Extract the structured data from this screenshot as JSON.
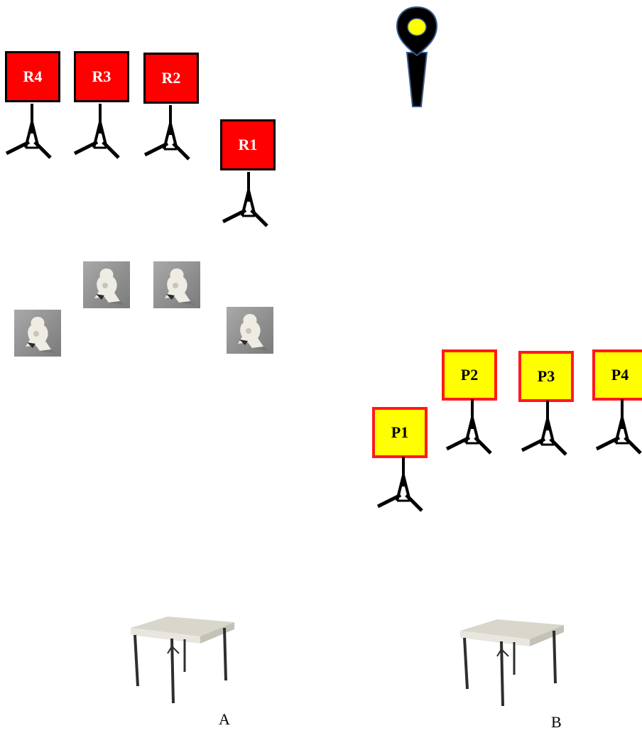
{
  "red_signs": [
    "R4",
    "R3",
    "R2",
    "R1"
  ],
  "yellow_signs": [
    "P1",
    "P2",
    "P3",
    "P4"
  ],
  "tables": [
    "A",
    "B"
  ],
  "target_count": 4,
  "colors": {
    "red_sign_fill": "#ff0000",
    "red_sign_border": "#000000",
    "yellow_sign_fill": "#ffff00",
    "yellow_sign_border": "#ff1a1a",
    "mic_body": "#000000",
    "mic_light": "#ffff00"
  },
  "icons": [
    "tripod-icon",
    "microphone-icon",
    "shooting-target-icon",
    "table-icon"
  ]
}
